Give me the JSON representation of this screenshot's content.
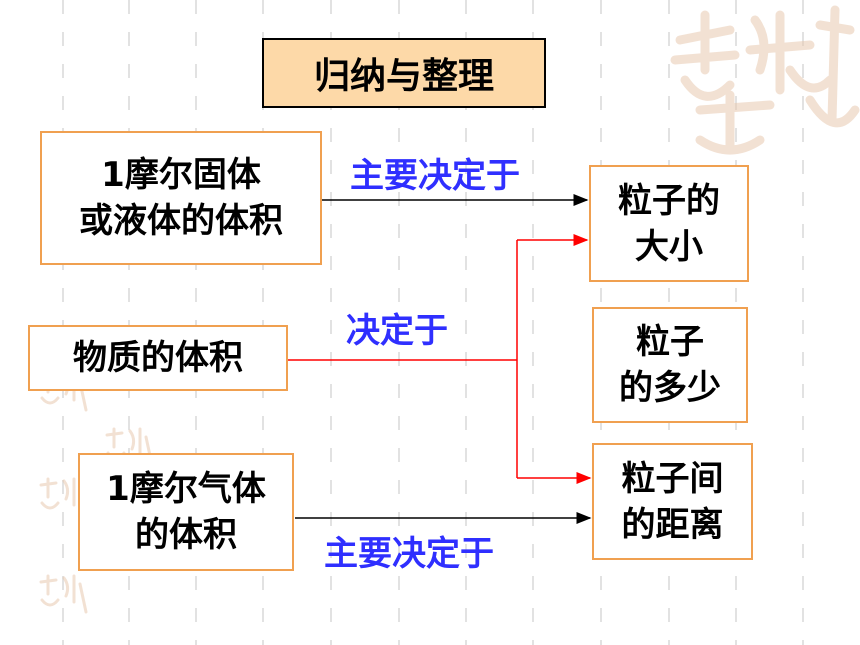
{
  "title": "归纳与整理",
  "nodes": {
    "solid_liquid": "1摩尔固体\n或液体的体积",
    "substance": "物质的体积",
    "gas": "1摩尔气体\n的体积",
    "particle_size": "粒子的\n大小",
    "particle_count": "粒子\n的多少",
    "particle_distance": "粒子间\n的距离"
  },
  "edges": {
    "top": "主要决定于",
    "middle": "决定于",
    "bottom": "主要决定于"
  },
  "colors": {
    "box_border": "#f0a050",
    "title_fill": "#fdd9a8",
    "edge_label": "#2f2fff",
    "red_arrow": "#ff0000",
    "black_arrow": "#000000",
    "watermark": "#e8c9b0"
  },
  "decorations": {
    "watermark_icon": "auspicious-seal-watermark"
  }
}
